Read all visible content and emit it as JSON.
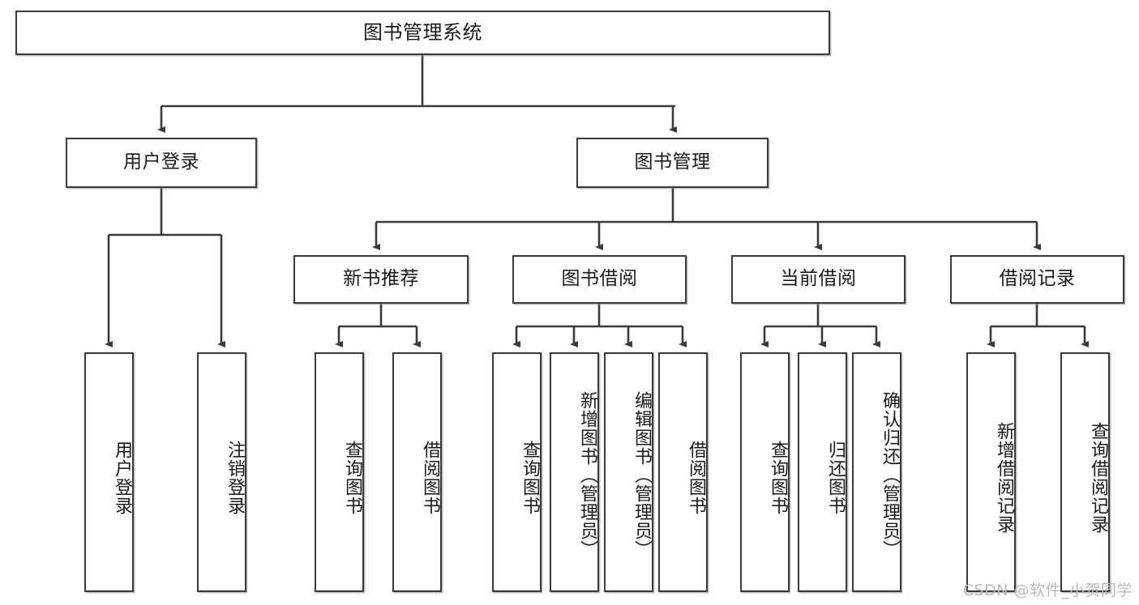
{
  "diagram": {
    "title": "图书管理系统",
    "type": "tree-hierarchy",
    "watermark": "CSDN @软件_小贺同学",
    "colors": {
      "border": "#3a3a3a",
      "background": "#ffffff",
      "text": "#1a1a1a",
      "watermark": "#b9b9b9"
    },
    "root": {
      "label": "图书管理系统"
    },
    "level2": [
      {
        "label": "用户登录"
      },
      {
        "label": "图书管理"
      }
    ],
    "level3": [
      {
        "label": "新书推荐"
      },
      {
        "label": "图书借阅"
      },
      {
        "label": "当前借阅"
      },
      {
        "label": "借阅记录"
      }
    ],
    "leaves": {
      "user_login": [
        {
          "label": "用户登录"
        },
        {
          "label": "注销登录"
        }
      ],
      "new_book_recommend": [
        {
          "label": "查询图书"
        },
        {
          "label": "借阅图书"
        }
      ],
      "book_borrow": [
        {
          "label": "查询图书"
        },
        {
          "label": "新增图书（管理员）"
        },
        {
          "label": "编辑图书（管理员）"
        },
        {
          "label": "借阅图书"
        }
      ],
      "current_borrow": [
        {
          "label": "查询图书"
        },
        {
          "label": "归还图书"
        },
        {
          "label": "确认归还（管理员）"
        }
      ],
      "borrow_record": [
        {
          "label": "新增借阅记录"
        },
        {
          "label": "查询借阅记录"
        }
      ]
    }
  }
}
